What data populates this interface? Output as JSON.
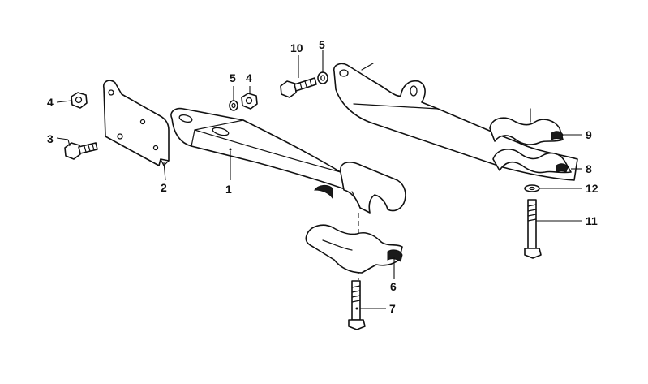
{
  "diagram": {
    "callouts": [
      {
        "id": "c1",
        "label": "1"
      },
      {
        "id": "c2",
        "label": "2"
      },
      {
        "id": "c3",
        "label": "3"
      },
      {
        "id": "c4a",
        "label": "4"
      },
      {
        "id": "c4b",
        "label": "4"
      },
      {
        "id": "c5a",
        "label": "5"
      },
      {
        "id": "c5b",
        "label": "5"
      },
      {
        "id": "c6",
        "label": "6"
      },
      {
        "id": "c7",
        "label": "7"
      },
      {
        "id": "c8",
        "label": "8"
      },
      {
        "id": "c9",
        "label": "9"
      },
      {
        "id": "c10",
        "label": "10"
      },
      {
        "id": "c11",
        "label": "11"
      },
      {
        "id": "c12",
        "label": "12"
      }
    ]
  }
}
